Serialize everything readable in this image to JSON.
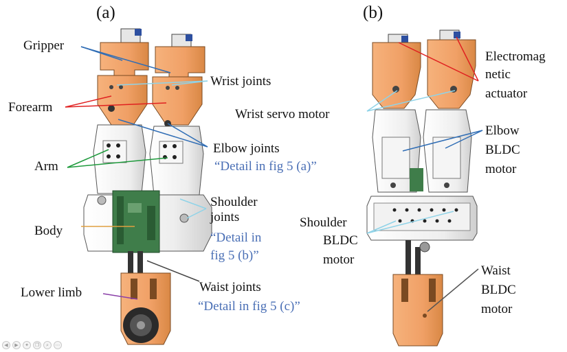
{
  "panels": {
    "a": "(a)",
    "b": "(b)"
  },
  "labels_a": {
    "gripper": "Gripper",
    "forearm": "Forearm",
    "arm": "Arm",
    "body": "Body",
    "lower_limb": "Lower limb",
    "wrist_joints": "Wrist joints",
    "elbow_joints": "Elbow joints",
    "elbow_detail": "“Detail in fig 5 (a)”",
    "shoulder_1": "Shoulder",
    "shoulder_2": "joints",
    "shoulder_detail_1": "“Detail in",
    "shoulder_detail_2": "fig 5 (b)”",
    "waist_joints": "Waist joints",
    "waist_detail": "“Detail in fig 5 (c)”"
  },
  "labels_b": {
    "em_1": "Electromag",
    "em_2": "netic",
    "em_3": "actuator",
    "wrist_servo": "Wrist servo motor",
    "elbow_1": "Elbow",
    "elbow_2": "BLDC",
    "elbow_3": "motor",
    "shoulder_1": "Shoulder",
    "shoulder_2": "BLDC",
    "shoulder_3": "motor",
    "waist_1": "Waist",
    "waist_2": "BLDC",
    "waist_3": "motor"
  },
  "toolbar_icons": [
    "◀",
    "▶",
    "✦",
    "❐",
    "⌕",
    "⋯"
  ],
  "colors": {
    "orange": "#f0a46a",
    "white_part": "#f2f2f2",
    "pcb": "#3f7d4a",
    "leader_blue": "#2f6db5",
    "leader_red": "#e02020",
    "leader_green": "#1e9a3c",
    "leader_cyan": "#8fd3e8",
    "leader_orange": "#e0a040",
    "leader_purple": "#8a3fa8",
    "callout_blue": "#4a6fb5"
  }
}
